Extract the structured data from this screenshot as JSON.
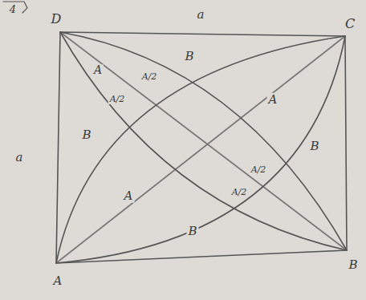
{
  "diagram": {
    "labels": [
      "4",
      "D",
      "C",
      "a",
      "a",
      "A",
      "B",
      "A/2",
      "A/2",
      "B",
      "A",
      "A",
      "B",
      "A/2",
      "A/2",
      "B",
      "A",
      "B"
    ]
  }
}
